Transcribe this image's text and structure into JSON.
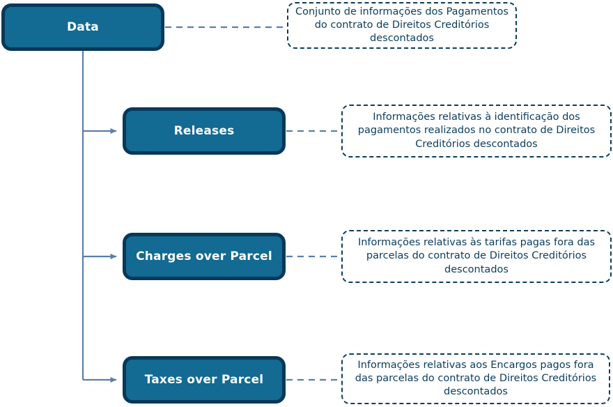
{
  "diagram": {
    "title": "Data",
    "palette": {
      "node_fill": "#136A92",
      "node_border": "#08385A",
      "node_text": "#FFFFFF",
      "annotation_border": "#0B3C5D",
      "annotation_text": "#0B3C5D",
      "connector": "#5A7FA8",
      "background": "#FFFFFF"
    },
    "root": {
      "label": "Data",
      "annotation": "Conjunto de informações dos Pagamentos do contrato de Direitos Creditórios descontados"
    },
    "children": [
      {
        "label": "Releases",
        "annotation": "Informações relativas à identificação dos pagamentos realizados no contrato de Direitos Creditórios descontados"
      },
      {
        "label": "Charges over Parcel",
        "annotation": "Informações relativas às tarifas pagas fora das parcelas do contrato de Direitos Creditórios descontados"
      },
      {
        "label": "Taxes over Parcel",
        "annotation": "Informações relativas aos Encargos pagos fora das parcelas do contrato de Direitos Creditórios descontados"
      }
    ]
  }
}
